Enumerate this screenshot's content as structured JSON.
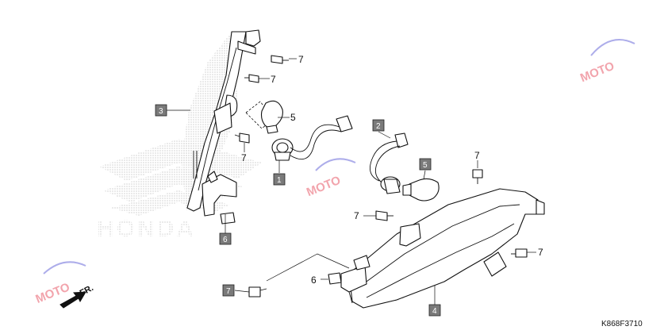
{
  "diagram": {
    "drawing_code": "K868F3710",
    "direction_label": "FR.",
    "background_logo": "HONDA",
    "watermark": "MOTO",
    "callouts": {
      "c1": "1",
      "c2": "2",
      "c3": "3",
      "c4": "4",
      "c5a": "5",
      "c5b": "5",
      "c6a": "6",
      "c6b": "6",
      "c7a": "7",
      "c7b": "7",
      "c7c": "7",
      "c7d": "7",
      "c7e": "7",
      "c7f": "7",
      "c7g": "7"
    }
  },
  "colors": {
    "box_fill": "#7a7a7a",
    "line": "#111111",
    "watermark_red": "#e85a6a",
    "watermark_blue": "#6a6ad8"
  }
}
